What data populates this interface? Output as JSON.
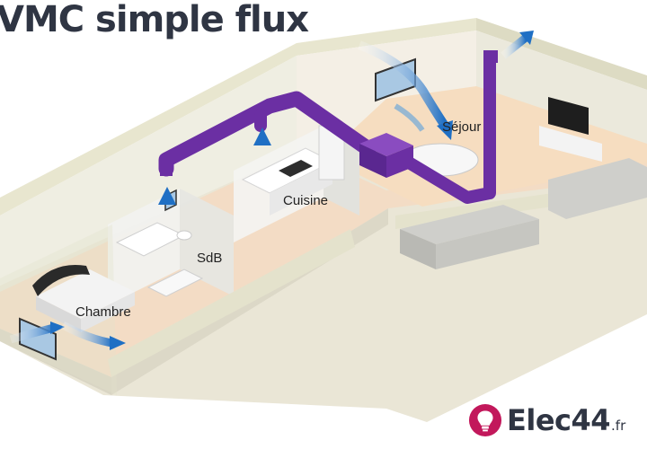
{
  "title": "VMC simple flux",
  "rooms": {
    "chambre": "Chambre",
    "sdb": "SdB",
    "cuisine": "Cuisine",
    "sejour": "Séjour"
  },
  "brand": {
    "name": "Elec44",
    "suffix": ".fr"
  },
  "colors": {
    "duct": "#6b2fa3",
    "airflow": "#1f6fc4",
    "floor": "#f2dcc6",
    "walls": "#e9e7d4",
    "logo": "#c2185b"
  }
}
